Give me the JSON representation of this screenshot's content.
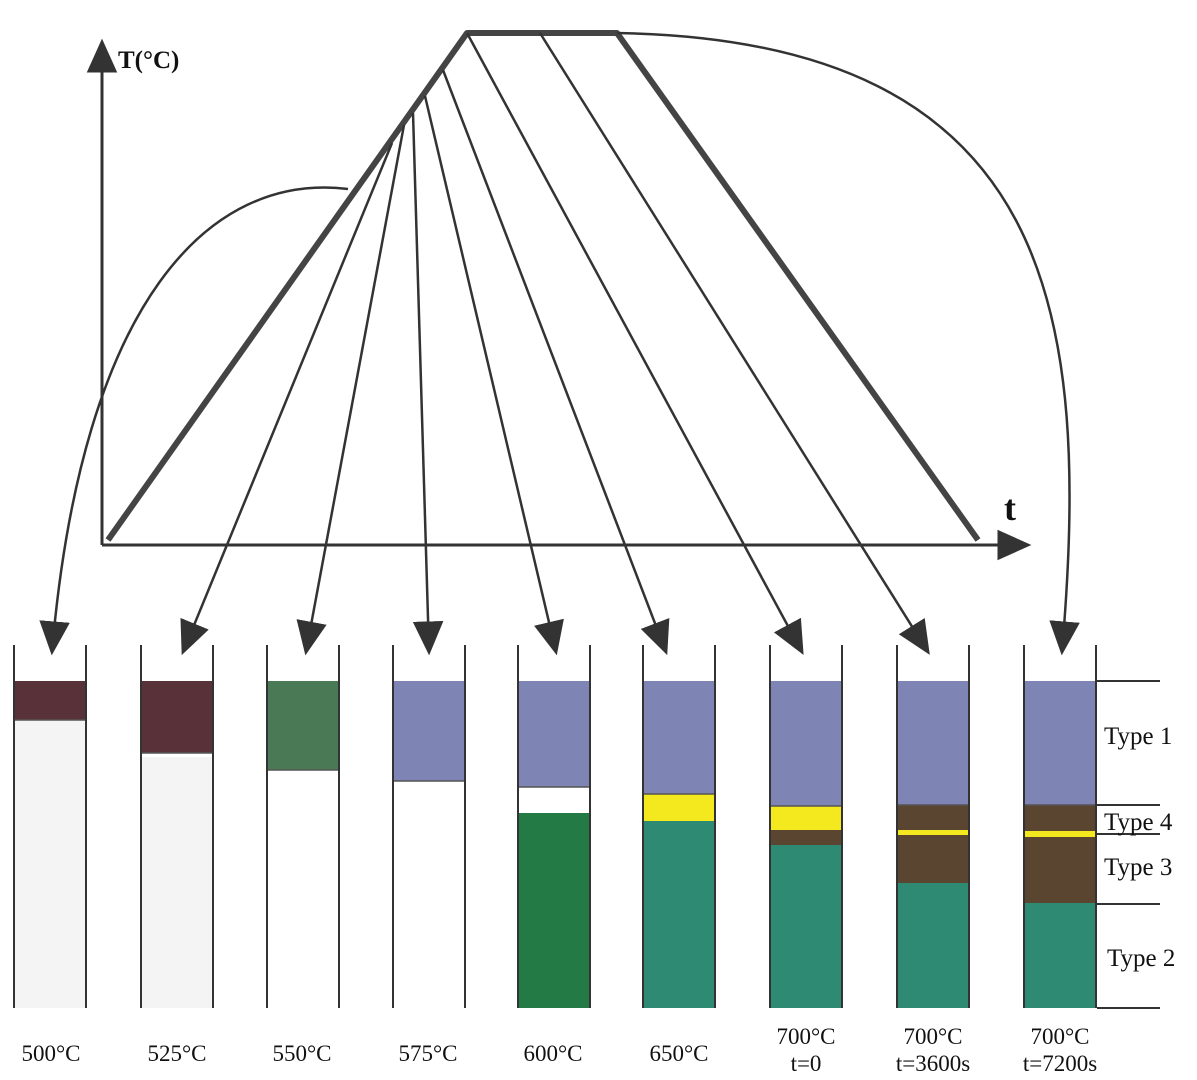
{
  "axes": {
    "y_label": "T(°C)",
    "x_label": "t"
  },
  "samples": [
    {
      "line1": "500°C",
      "line2": ""
    },
    {
      "line1": "525°C",
      "line2": ""
    },
    {
      "line1": "550°C",
      "line2": ""
    },
    {
      "line1": "575°C",
      "line2": ""
    },
    {
      "line1": "600°C",
      "line2": ""
    },
    {
      "line1": "650°C",
      "line2": ""
    },
    {
      "line1": "700°C",
      "line2": "t=0"
    },
    {
      "line1": "700°C",
      "line2": "t=3600s"
    },
    {
      "line1": "700°C",
      "line2": "t=7200s"
    }
  ],
  "legend": [
    "Type 1",
    "Type 4",
    "Type 3",
    "Type 2"
  ],
  "colors": {
    "type1": "#7e84b4",
    "type4": "#f4e81e",
    "type3": "#5a4630",
    "type2": "#2e8a72",
    "dark_oxide": "#583238",
    "green_oxide": "#4a7a55",
    "deep_green": "#247a44",
    "substrate_grey": "#f4f4f4",
    "white": "#ffffff",
    "line": "#333333"
  }
}
